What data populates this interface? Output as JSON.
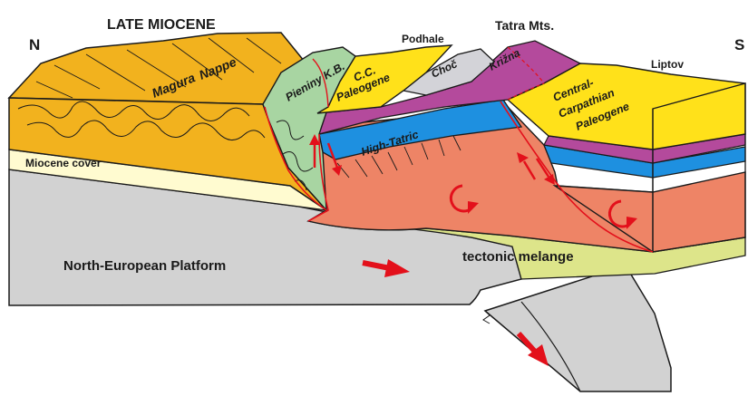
{
  "diagram": {
    "title": "LATE MIOCENE",
    "compass": {
      "north": "N",
      "south": "S"
    },
    "labels": {
      "podhale": "Podhale",
      "tatra": "Tatra Mts.",
      "liptov": "Liptov",
      "magura": "Magura",
      "nappe": "Nappe",
      "pieniny": "Pieniny K.B.",
      "cc": "C.C.",
      "cc_paleogene": "Paleogene",
      "choc": "Choč",
      "krizna": "Križna",
      "central": "Central-",
      "carpathian": "Carpathian",
      "central_paleogene": "Paleogene",
      "high_tatric": "High-Tatric",
      "miocene_cover": "Miocene cover",
      "platform": "North-European Platform",
      "melange": "tectonic melange"
    },
    "colors": {
      "magura": "#f2b21e",
      "pieniny": "#a8d5a2",
      "cc_paleogene": "#ffe11a",
      "choc": "#d3d3d8",
      "krizna": "#b44a9c",
      "high_tatric": "#1e90e0",
      "crystalline": "#ee8466",
      "miocene_cover": "#fffbd0",
      "platform": "#d2d2d2",
      "melange": "#dde58a",
      "arrows": "#e3101b"
    }
  }
}
